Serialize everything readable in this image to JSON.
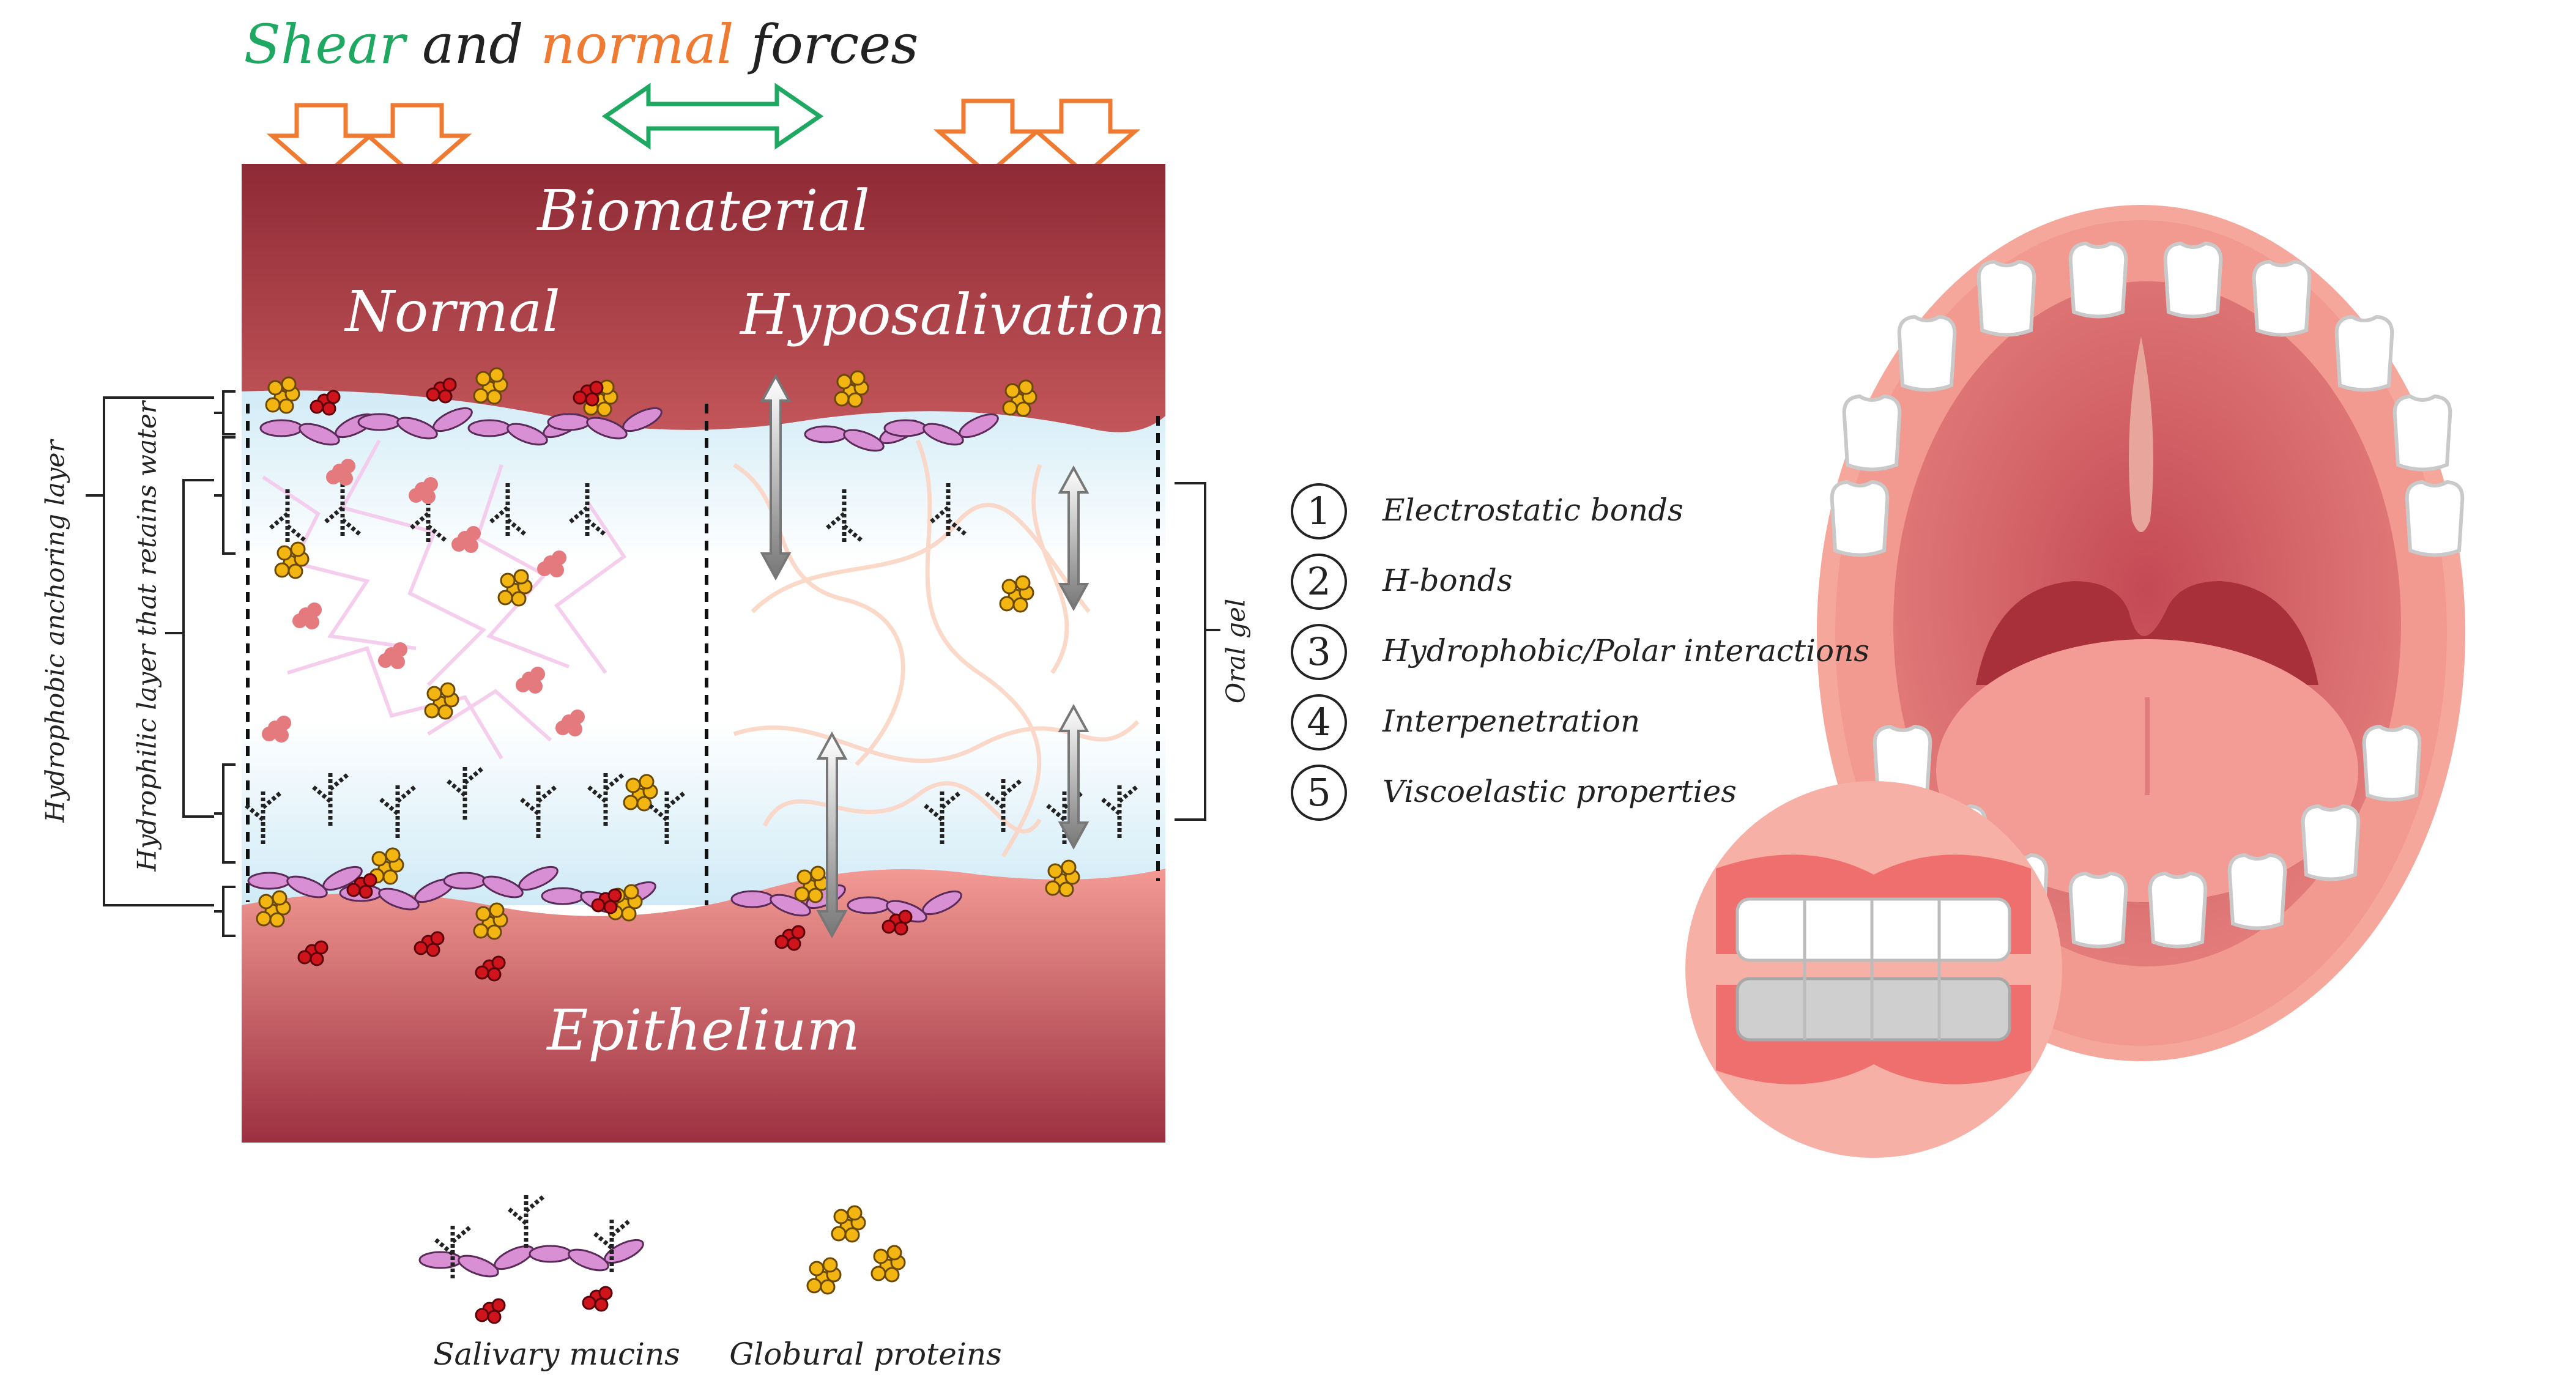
{
  "title": {
    "shear": "Shear",
    "and": "and",
    "normal": "normal",
    "forces": "forces"
  },
  "colors": {
    "shear": "#1ea862",
    "normal": "#ef7a32",
    "biomaterial": "#8e2a35",
    "epithelium": "#ee8a86",
    "water": "#d3ecf7",
    "mucin": "#d98fd4"
  },
  "panel": {
    "top_label": "Biomaterial",
    "bottom_label": "Epithelium",
    "left_label": "Normal",
    "right_label": "Hyposalivation"
  },
  "layers": {
    "anchoring": "Hydrophobic anchoring layer",
    "hydrophilic": "Hydrophilic layer that retains water",
    "oral_gel": "Oral gel"
  },
  "legend": [
    {
      "num": "1",
      "text": "Electrostatic bonds"
    },
    {
      "num": "2",
      "text": "H-bonds"
    },
    {
      "num": "3",
      "text": "Hydrophobic/Polar interactions"
    },
    {
      "num": "4",
      "text": "Interpenetration"
    },
    {
      "num": "5",
      "text": "Viscoelastic properties"
    }
  ],
  "captions": {
    "mucins": "Salivary mucins",
    "proteins": "Globural proteins"
  },
  "icons": [
    "down-arrow-icon",
    "double-arrow-icon",
    "mouth-illustration",
    "denture-icon",
    "mucin-icon",
    "protein-cluster-icon"
  ]
}
